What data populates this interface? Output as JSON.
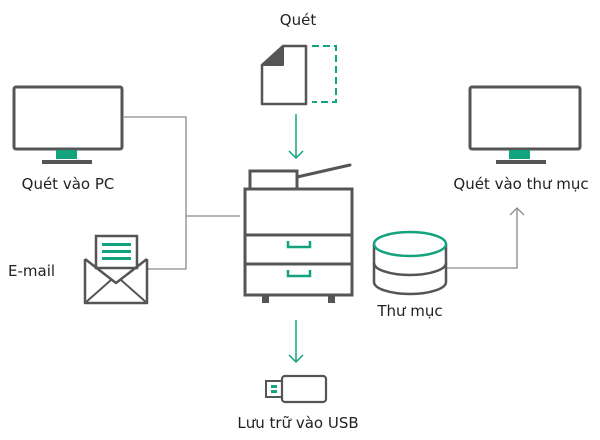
{
  "labels": {
    "scan": "Quét",
    "scan_to_pc": "Quét vào PC",
    "email": "E-mail",
    "scan_to_folder": "Quét vào thư mục",
    "folder": "Thư mục",
    "save_to_usb": "Lưu trữ vào USB"
  },
  "icons": {
    "scan": "document-scan-icon",
    "pc": "monitor-icon",
    "email": "envelope-icon",
    "printer": "multifunction-printer-icon",
    "folder": "database-icon",
    "usb": "usb-drive-icon",
    "pc_right": "monitor-icon"
  },
  "colors": {
    "stroke": "#555555",
    "line": "#888888",
    "accent": "#14a37f"
  }
}
